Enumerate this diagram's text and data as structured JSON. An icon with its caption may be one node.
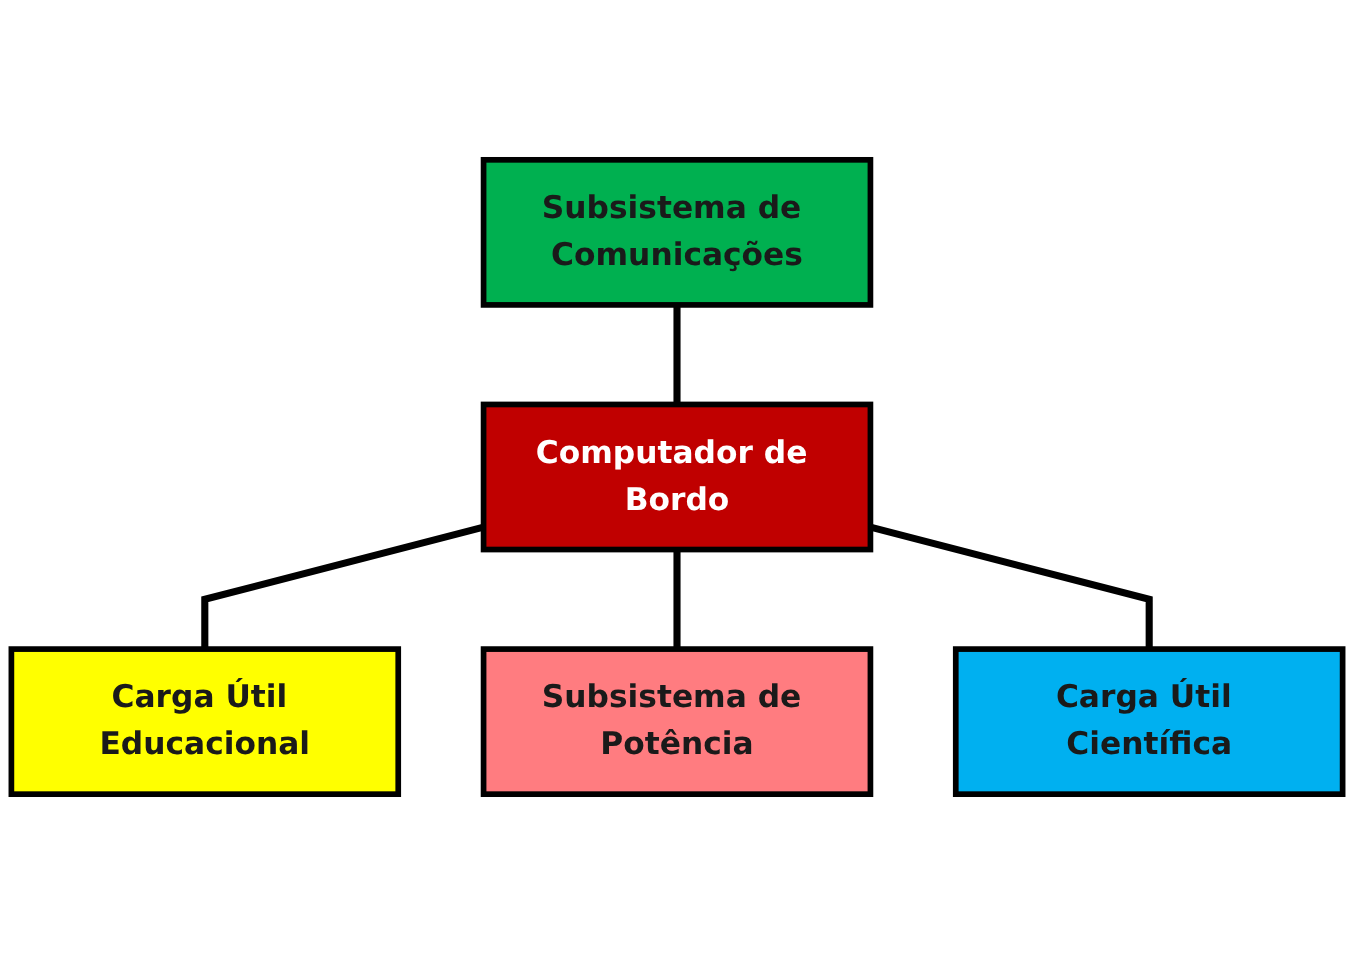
{
  "diagram": {
    "nodes": [
      {
        "text": [
          "Subsistema de Comunicações"
        ]
      },
      {
        "text": [
          "Computador de Bordo"
        ]
      },
      {
        "text": [
          "Carga Útil Educacional"
        ]
      },
      {
        "text": [
          "Subsistema de Potência"
        ]
      },
      {
        "text": [
          "Carga Útil Científica"
        ]
      }
    ],
    "edges": [
      {
        "from": 0,
        "to": 1,
        "arrow": "none"
      },
      {
        "from": 1,
        "to": 2,
        "arrow": "none"
      },
      {
        "from": 1,
        "to": 3,
        "arrow": "none"
      },
      {
        "from": 1,
        "to": 4,
        "arrow": "none"
      }
    ]
  }
}
